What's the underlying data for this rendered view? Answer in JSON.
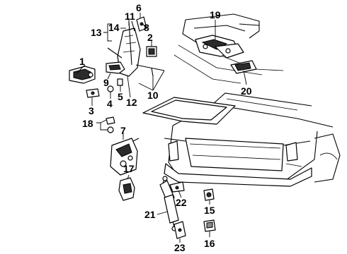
{
  "diagram": {
    "callouts": {
      "c1": "1",
      "c2": "2",
      "c3": "3",
      "c4": "4",
      "c5": "5",
      "c6": "6",
      "c7": "7",
      "c8": "8",
      "c9": "9",
      "c10": "10",
      "c11": "11",
      "c12": "12",
      "c13": "13",
      "c14": "14",
      "c15": "15",
      "c16": "16",
      "c17": "17",
      "c18": "18",
      "c19": "19",
      "c20": "20",
      "c21": "21",
      "c22": "22",
      "c23": "23"
    },
    "colors": {
      "ink": "#000000",
      "background": "#ffffff",
      "shade": "#2b2b2b"
    }
  }
}
